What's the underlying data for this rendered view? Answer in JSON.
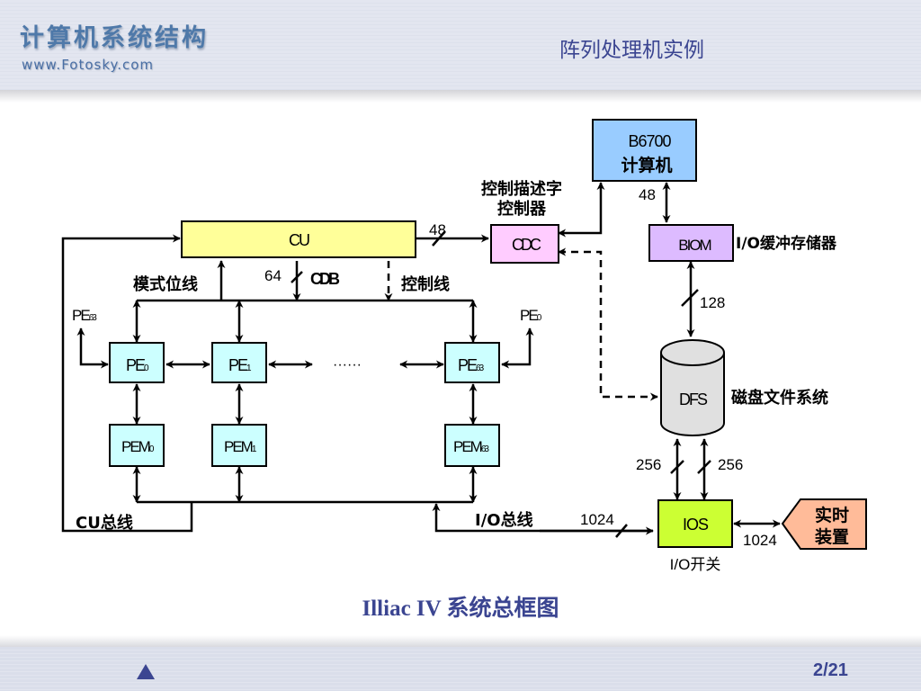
{
  "header": {
    "brand_title": "计算机系统结构",
    "brand_url": "www.Fotosky.com",
    "slide_title": "阵列处理机实例"
  },
  "diagram": {
    "caption": "Illiac IV 系统总框图",
    "colors": {
      "cu": "#ffff99",
      "cdc": "#ffccff",
      "b6700": "#99ccff",
      "biom": "#ddbbff",
      "pe": "#ccffff",
      "dfs": "#e0e0e0",
      "ios": "#ccff33",
      "realtime": "#ffbb99",
      "cdb_label": "#0000ff"
    },
    "nodes": {
      "cu": "CU",
      "cdc": "CDC",
      "cdc_desc_line1": "控制描述字",
      "cdc_desc_line2": "控制器",
      "b6700_line1": "B6700",
      "b6700_line2": "计算机",
      "biom": "BIOM",
      "biom_desc": "I/O缓冲存储器",
      "dfs": "DFS",
      "dfs_desc": "磁盘文件系统",
      "ios": "IOS",
      "ios_desc": "I/O开关",
      "realtime_line1": "实时",
      "realtime_line2": "装置",
      "pe": [
        {
          "base": "PE",
          "sub": "0"
        },
        {
          "base": "PE",
          "sub": "1"
        },
        {
          "base": "PE",
          "sub": "63"
        }
      ],
      "pem": [
        {
          "base": "PEM",
          "sub": "0"
        },
        {
          "base": "PEM",
          "sub": "1"
        },
        {
          "base": "PEM",
          "sub": "63"
        }
      ],
      "ellipsis": "······",
      "pe_wrap_left": {
        "base": "PE",
        "sub": "63"
      },
      "pe_wrap_right": {
        "base": "PE",
        "sub": "0"
      }
    },
    "labels": {
      "mode_bit_line": "模式位线",
      "cdb": "CDB",
      "control_line": "控制线",
      "cu_bus": "CU总线",
      "io_bus": "I/O总线"
    },
    "widths": {
      "cu_to_cdc": "48",
      "cdb": "64",
      "b6700_biom": "48",
      "biom_dfs": "128",
      "dfs_ios_left": "256",
      "dfs_ios_right": "256",
      "io_bus_to_ios": "1024",
      "ios_realtime": "1024"
    }
  },
  "footer": {
    "nav_up": "previous-slide",
    "page": "2/21"
  }
}
